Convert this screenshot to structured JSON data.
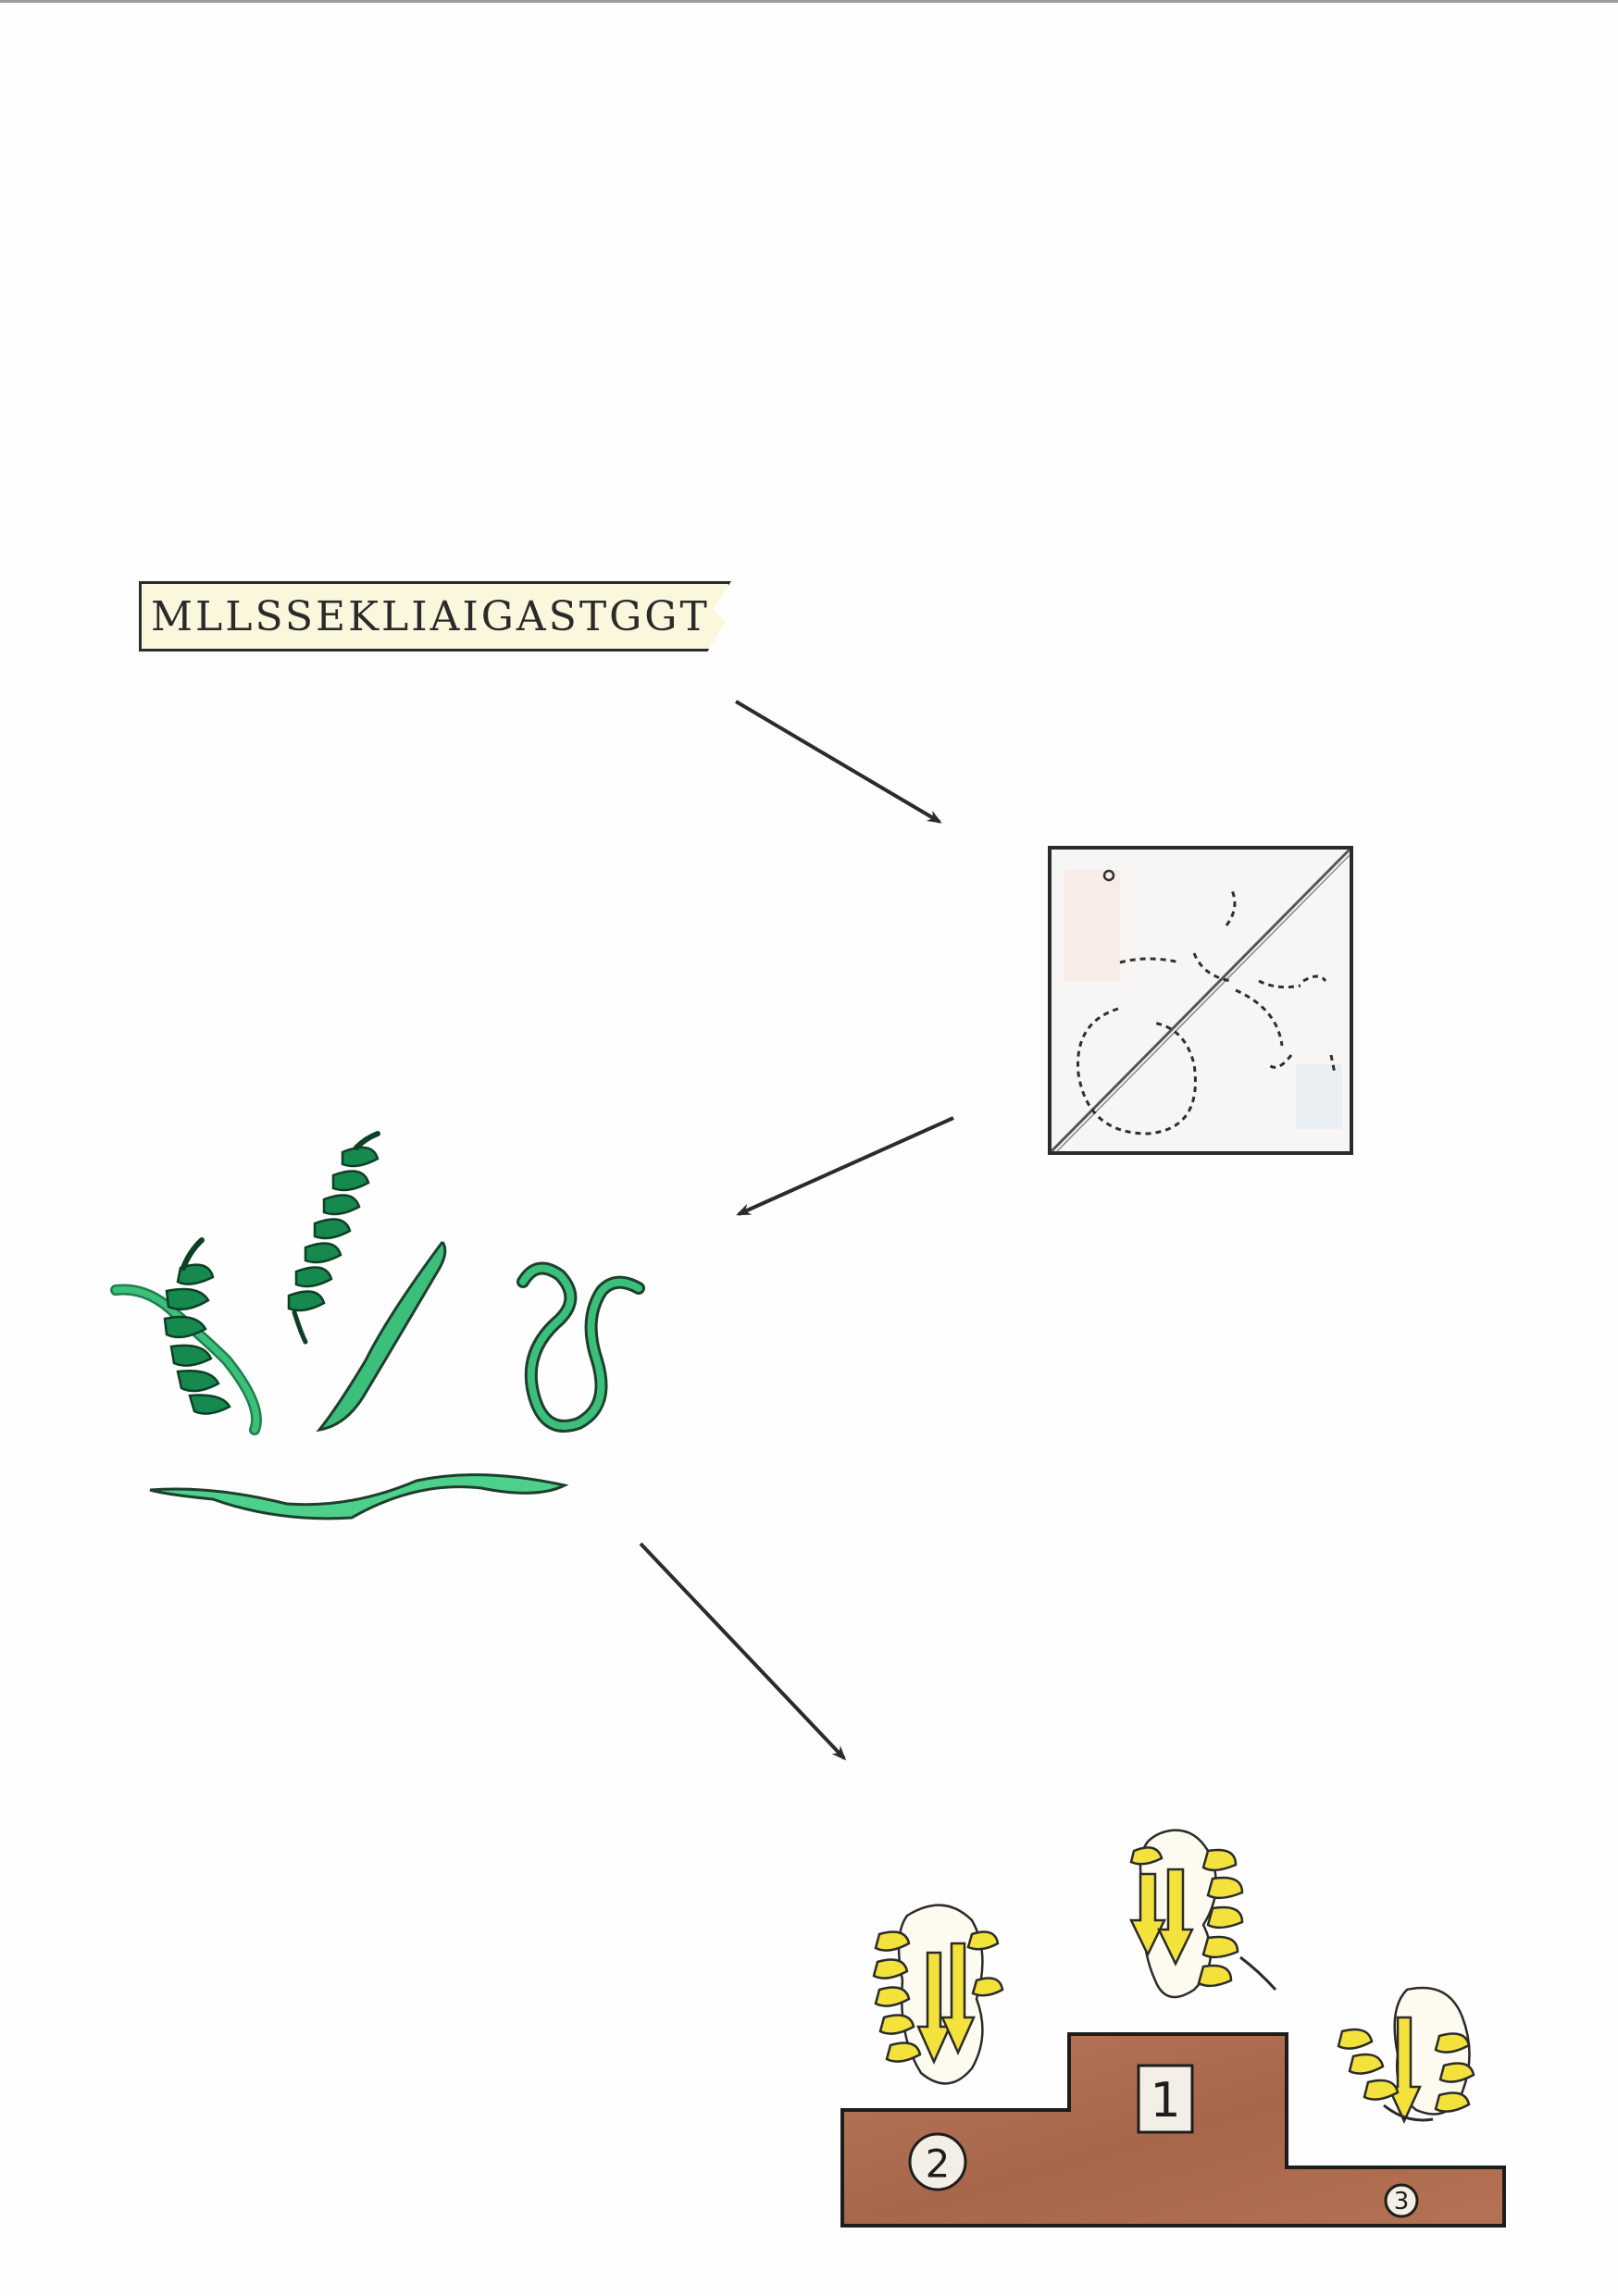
{
  "sequence": {
    "text": "MLLSSEKLIAIGASTGGT"
  },
  "podium": {
    "first_label": "1",
    "second_label": "2",
    "third_label": "3"
  },
  "colors": {
    "sequence_background": "#fbf7dc",
    "structure_green": "#1f9a5a",
    "podium_brown": "#b06e50",
    "structure_yellow": "#f3e13c",
    "line_dark": "#2b2b2b"
  },
  "icons": {
    "contact_map": "contact-map-icon",
    "fragments": "green-structure-fragments-icon",
    "podium": "ranking-podium-icon"
  }
}
